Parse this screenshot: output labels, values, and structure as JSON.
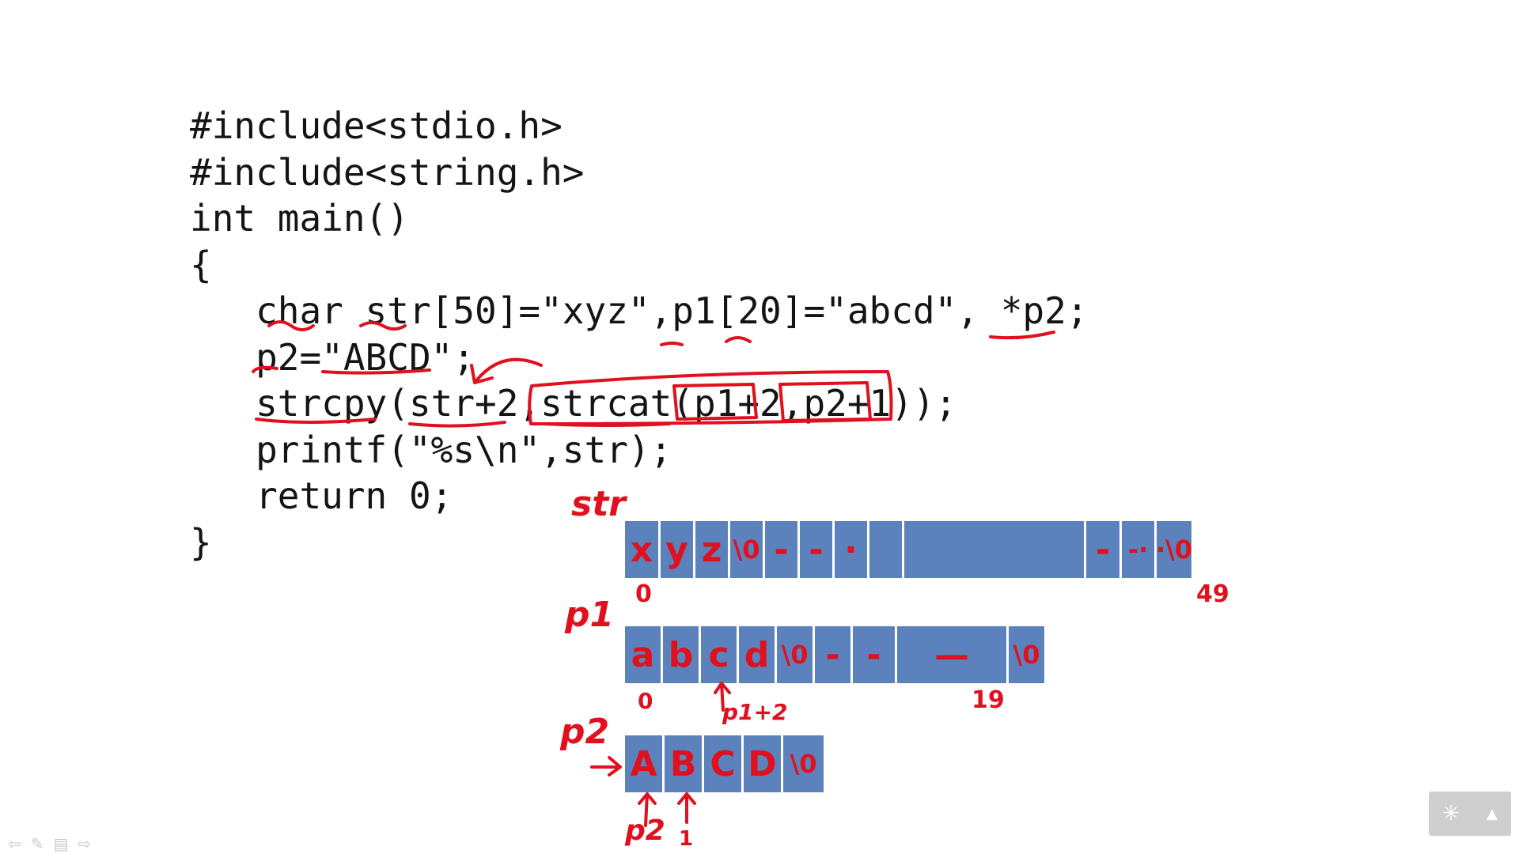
{
  "code": {
    "lines": [
      "#include<stdio.h>",
      "#include<string.h>",
      "int main()",
      "{",
      "   char str[50]=\"xyz\",p1[20]=\"abcd\", *p2;",
      "   p2=\"ABCD\";",
      "   strcpy(str+2,strcat(p1+2,p2+1));",
      "   printf(\"%s\\n\",str);",
      "   return 0;",
      "}"
    ]
  },
  "diagram": {
    "str": {
      "label": "str",
      "cells": [
        "x",
        "y",
        "z",
        "\\0",
        "-",
        "-",
        "·",
        "",
        "",
        "-",
        "-·",
        "·\\0"
      ],
      "start_index": "0",
      "end_index": "49"
    },
    "p1": {
      "label": "p1",
      "cells": [
        "a",
        "b",
        "c",
        "d",
        "\\0",
        "-",
        "-",
        "—",
        "\\0"
      ],
      "start_index": "0",
      "pointer_label": "p1+2",
      "end_index": "19"
    },
    "p2": {
      "label": "p2",
      "cells": [
        "A",
        "B",
        "C",
        "D",
        "\\0"
      ],
      "pointer_label_1": "p2",
      "pointer_label_2": "1"
    }
  },
  "ink_color": "#e0101e",
  "cell_color": "#5b82bd",
  "nav_icons": [
    "back-icon",
    "pen-icon",
    "menu-icon",
    "forward-icon"
  ],
  "widget_icons": [
    "loading-icon",
    "up-arrow-icon"
  ]
}
